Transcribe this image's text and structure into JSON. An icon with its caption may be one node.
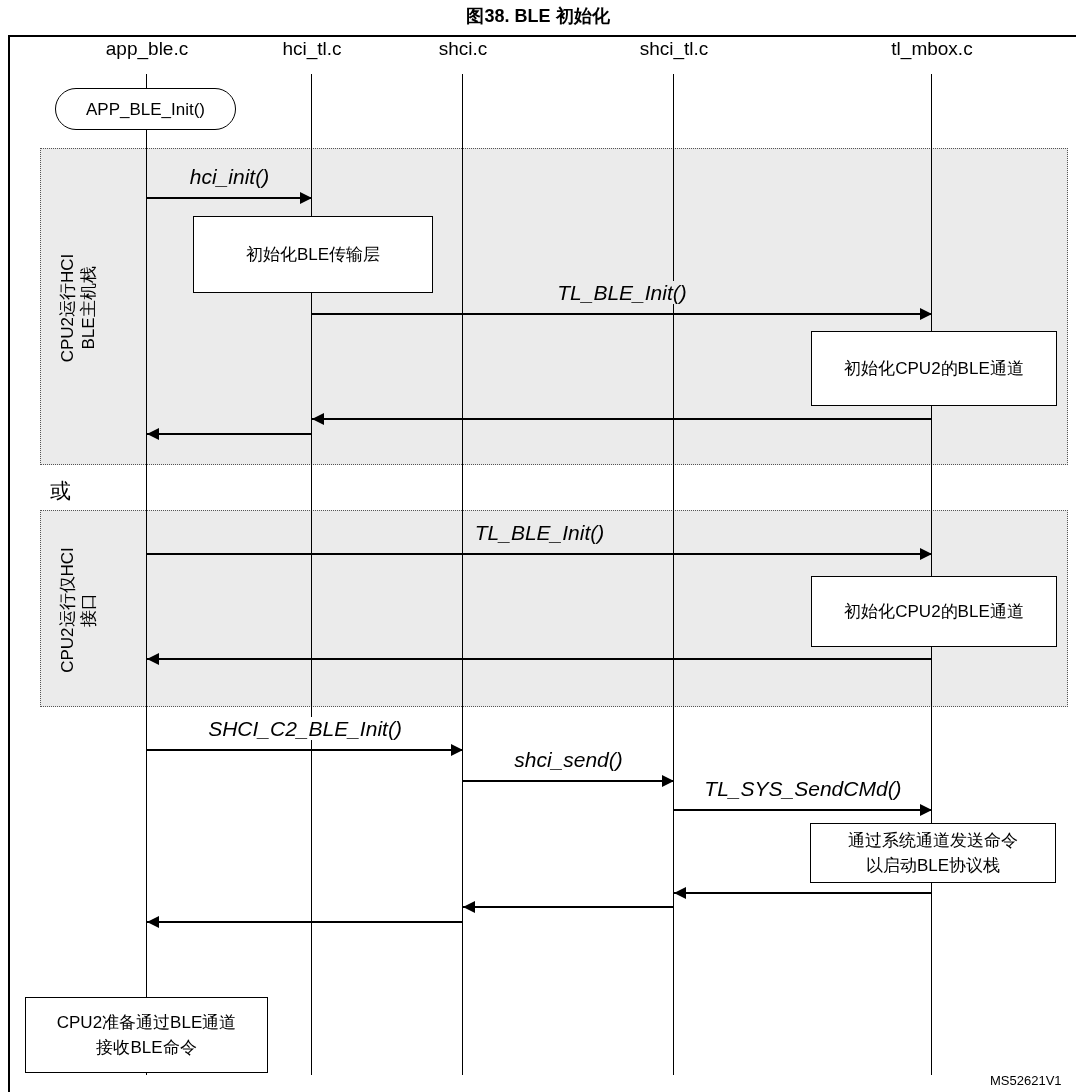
{
  "diagram": {
    "title": "图38. BLE 初始化",
    "nodes": [
      {
        "text": [
          "app_ble.c"
        ]
      },
      {
        "text": [
          "hci_tl.c"
        ]
      },
      {
        "text": [
          "shci.c"
        ]
      },
      {
        "text": [
          "shci_tl.c"
        ]
      },
      {
        "text": [
          "tl_mbox.c"
        ]
      },
      {
        "text": [
          "APP_BLE_Init()"
        ]
      },
      {
        "text": [
          "CPU2运行HCI BLE主机栈"
        ]
      },
      {
        "text": [
          "初始化BLE传输层"
        ],
        "in": 6
      },
      {
        "text": [
          "初始化CPU2的BLE通道"
        ],
        "in": 6
      },
      {
        "text": [
          "CPU2运行仅HCI接口"
        ]
      },
      {
        "text": [
          "初始化CPU2的BLE通道"
        ],
        "in": 9
      },
      {
        "text": [
          "通过系统通道发送命令以启动BLE协议栈"
        ]
      },
      {
        "text": [
          "CPU2准备通过BLE通道接收BLE命令"
        ]
      }
    ],
    "edges": [
      {
        "from": 0,
        "to": 1,
        "arrow": "to",
        "label": "hci_init()"
      },
      {
        "from": 1,
        "to": 4,
        "arrow": "to",
        "label": "TL_BLE_Init()"
      },
      {
        "from": 4,
        "to": 1,
        "arrow": "to"
      },
      {
        "from": 1,
        "to": 0,
        "arrow": "to"
      },
      {
        "from": 0,
        "to": 4,
        "arrow": "to",
        "label": "TL_BLE_Init()"
      },
      {
        "from": 4,
        "to": 0,
        "arrow": "to"
      },
      {
        "from": 0,
        "to": 2,
        "arrow": "to",
        "label": "SHCI_C2_BLE_Init()"
      },
      {
        "from": 2,
        "to": 3,
        "arrow": "to",
        "label": "shci_send()"
      },
      {
        "from": 3,
        "to": 4,
        "arrow": "to",
        "label": "TL_SYS_SendCMd()"
      },
      {
        "from": 4,
        "to": 3,
        "arrow": "to"
      },
      {
        "from": 3,
        "to": 2,
        "arrow": "to"
      },
      {
        "from": 2,
        "to": 0,
        "arrow": "to"
      }
    ],
    "labels": [
      "或",
      "MS52621V1"
    ]
  }
}
